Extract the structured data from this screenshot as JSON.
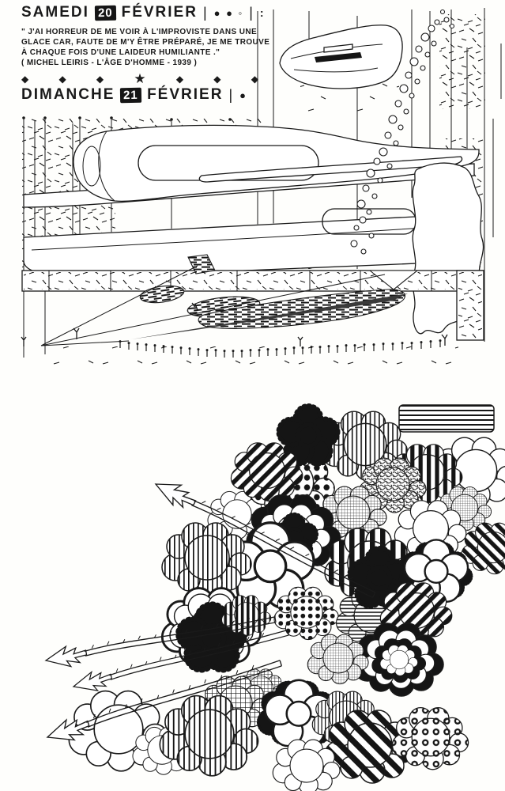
{
  "page": {
    "paper": "#fefefc",
    "ink": "#1a1a1a"
  },
  "journal": {
    "saturday": {
      "day": "SAMEDI",
      "date": "20",
      "month": "FÉVRIER",
      "separator": "|",
      "ornament": "● ● ◦",
      "colon": ":"
    },
    "quote": {
      "lines": [
        "\" J'AI HORREUR DE ME VOIR À L'IMPROVISTE DANS UNE",
        "GLACE CAR, FAUTE DE M'Y ÊTRE PRÉPARÉ, JE ME TROUVE",
        "À CHAQUE FOIS D'UNE LAIDEUR HUMILIANTE .\"",
        "( MICHEL LEIRIS - L'ÂGE D'HOMME - 1939 )"
      ]
    },
    "decor": {
      "symbols": [
        "◆",
        "◆",
        "◆",
        "★",
        "◆",
        "◆",
        "◆"
      ]
    },
    "sunday": {
      "day": "DIMANCHE",
      "date": "21",
      "month": "FÉVRIER",
      "separator": "|",
      "ornament": "●"
    }
  }
}
